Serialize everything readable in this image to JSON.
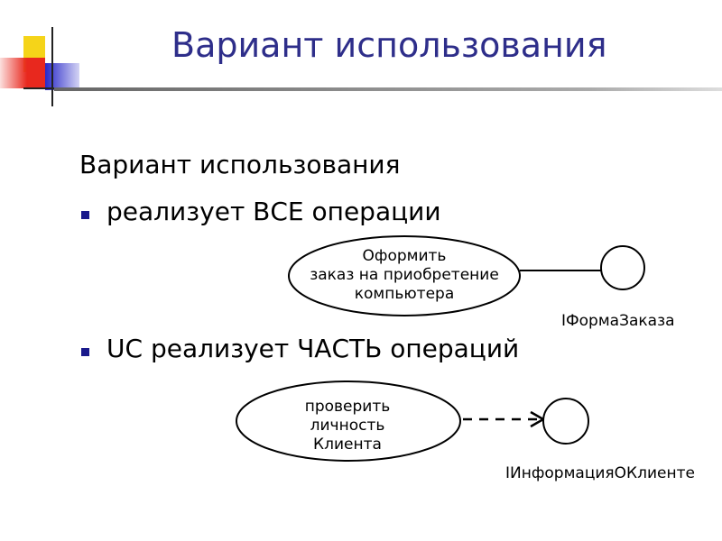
{
  "slide": {
    "title": "Вариант использования"
  },
  "content": {
    "heading": "Вариант использования",
    "bullets": [
      "реализует ВСЕ операции",
      "UC реализует ЧАСТЬ операций"
    ]
  },
  "diagram": {
    "use_case_1": {
      "lines": [
        "Оформить",
        "заказ на приобретение",
        "компьютера"
      ],
      "interface": "IФормаЗаказа",
      "connector": "solid"
    },
    "use_case_2": {
      "lines": [
        "проверить",
        "личность",
        "Клиента"
      ],
      "interface": "IИнформацияОКлиенте",
      "connector": "dashed-arrow"
    }
  },
  "colors": {
    "title": "#2e2e8a",
    "bullet": "#1a1a8c",
    "logo_yellow": "#f5d419",
    "logo_red": "#e8281e",
    "logo_blue": "#2828c8"
  }
}
